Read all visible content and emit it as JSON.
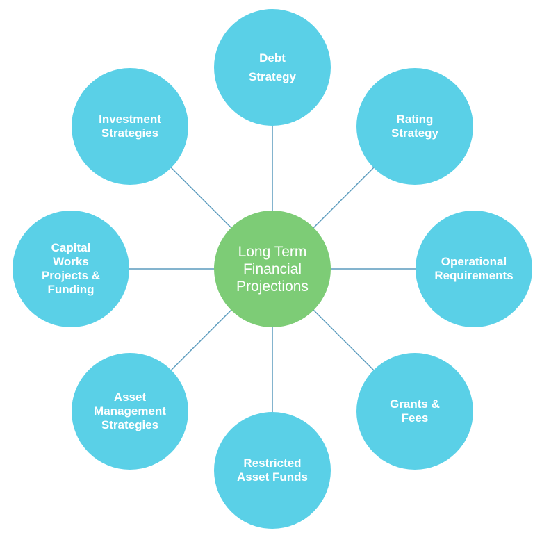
{
  "colors": {
    "satellite": "#5ad0e7",
    "center": "#7dcc76",
    "connector": "#5b9bbd",
    "text": "#ffffff"
  },
  "diagram": {
    "center": {
      "label": "Long Term\nFinancial\nProjections"
    },
    "nodes": [
      {
        "id": "debt",
        "label": "Debt\nStrategy"
      },
      {
        "id": "rating",
        "label": "Rating\nStrategy"
      },
      {
        "id": "operational",
        "label": "Operational\nRequirements"
      },
      {
        "id": "grants",
        "label": "Grants &\nFees"
      },
      {
        "id": "restricted",
        "label": "Restricted\nAsset Funds"
      },
      {
        "id": "asset",
        "label": "Asset\nManagement\nStrategies"
      },
      {
        "id": "capital",
        "label": "Capital\nWorks\nProjects &\nFunding"
      },
      {
        "id": "investment",
        "label": "Investment\nStrategies"
      }
    ]
  }
}
